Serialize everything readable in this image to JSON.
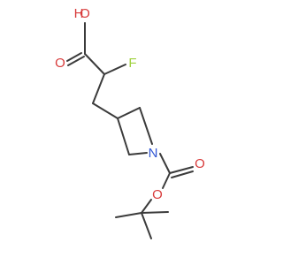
{
  "diagram": {
    "type": "chemical-structure",
    "atoms": [
      {
        "id": "oh_h",
        "label": "H",
        "color": "#d83b3b"
      },
      {
        "id": "oh_o",
        "label": "O",
        "color": "#d83b3b"
      },
      {
        "id": "carbonyl_o",
        "label": "O",
        "color": "#d83b3b"
      },
      {
        "id": "fluorine",
        "label": "F",
        "color": "#9fd13d"
      },
      {
        "id": "nitrogen",
        "label": "N",
        "color": "#2f55d4"
      },
      {
        "id": "carbamate_o",
        "label": "O",
        "color": "#d83b3b"
      },
      {
        "id": "ester_o",
        "label": "O",
        "color": "#d83b3b"
      }
    ]
  }
}
